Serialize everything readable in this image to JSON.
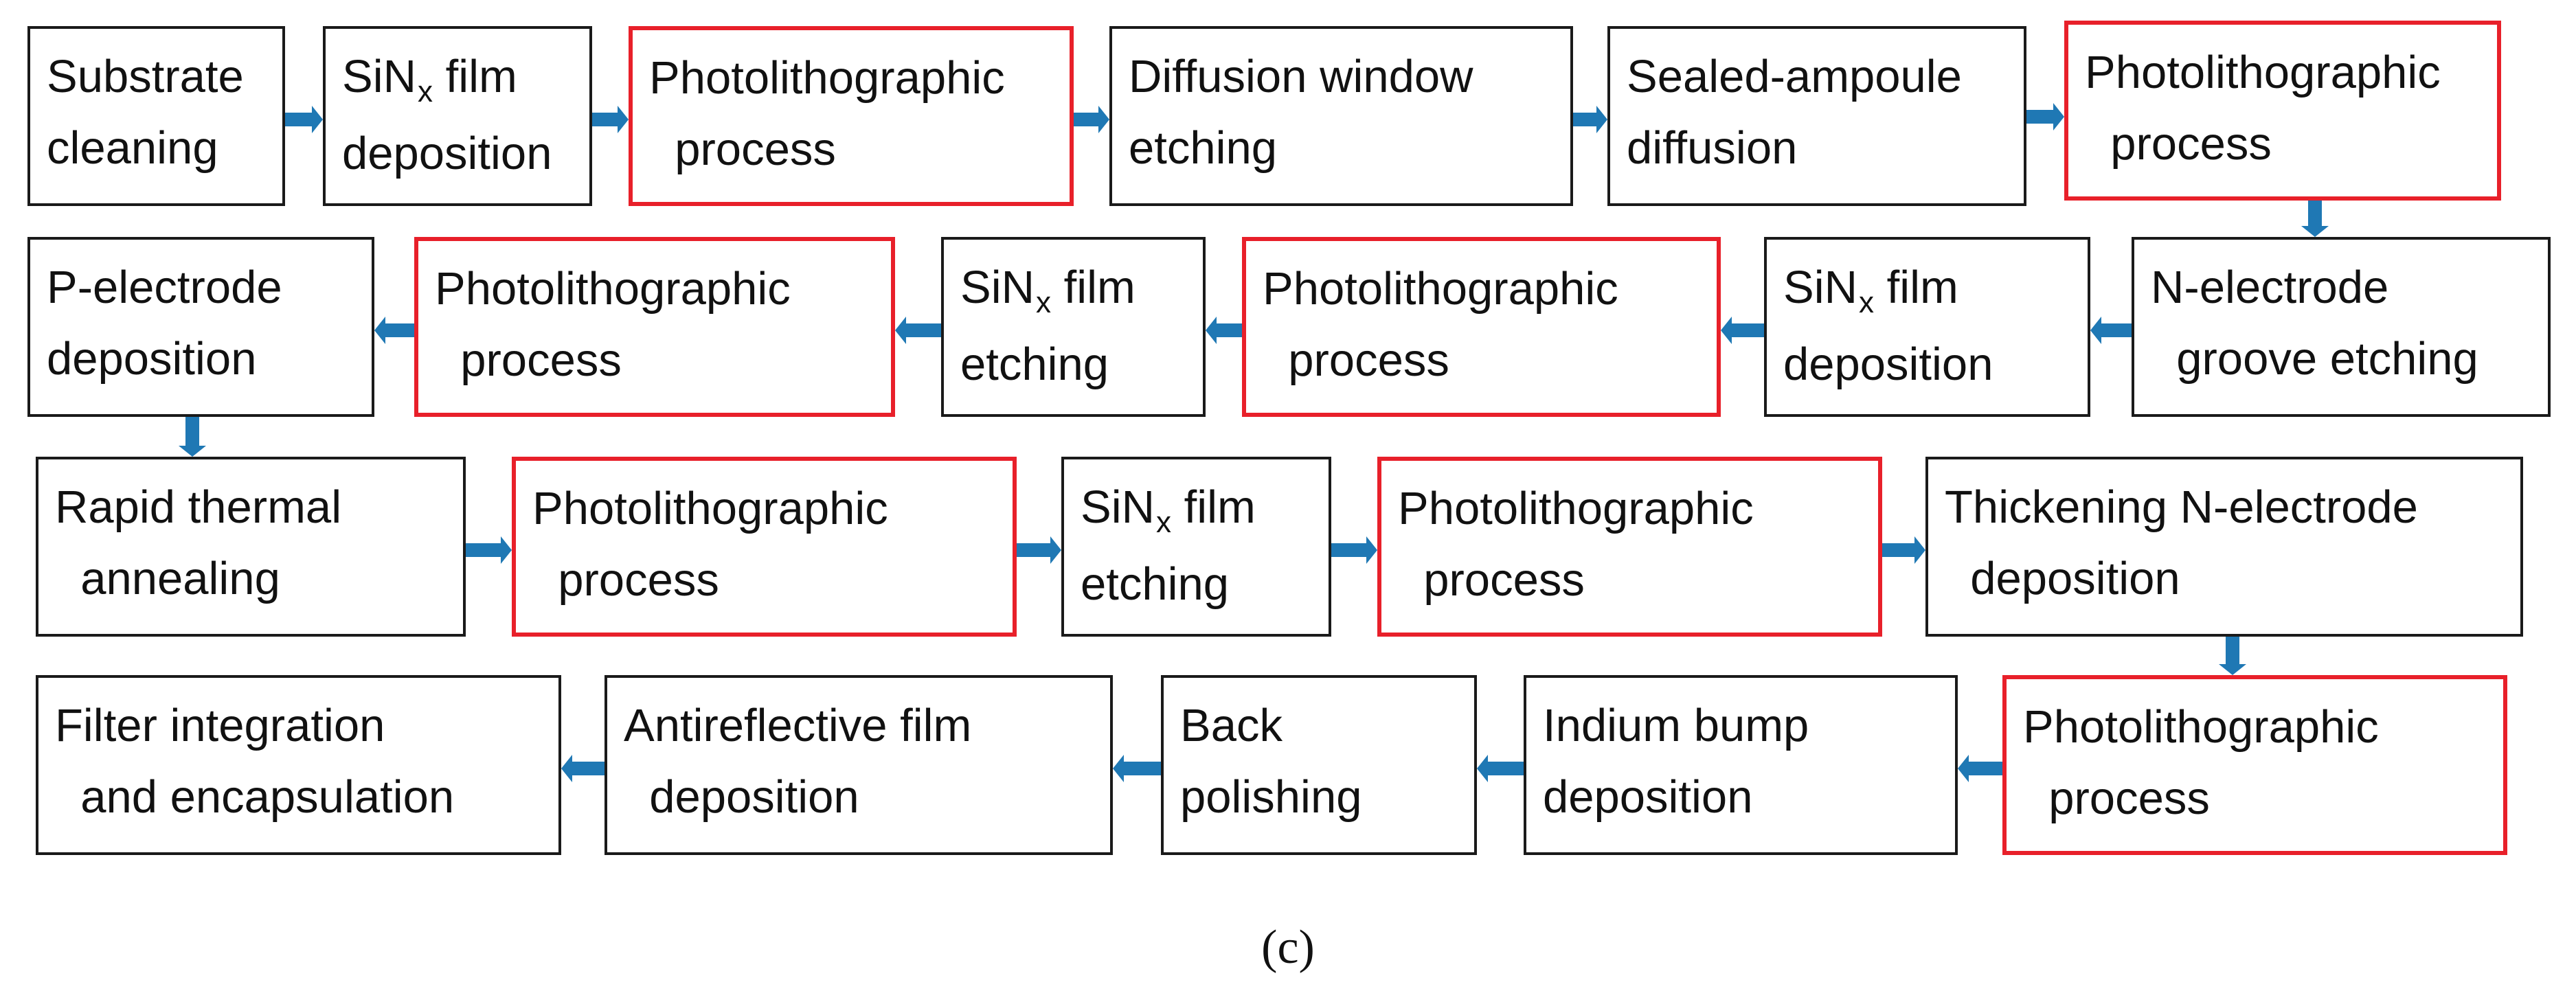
{
  "diagram": {
    "caption": "(c)",
    "colors": {
      "box_border": "#1a1a1a",
      "highlight_border": "#e8202a",
      "arrow": "#1f78b4"
    },
    "steps": [
      {
        "id": "s1",
        "lines": [
          "Substrate",
          "cleaning"
        ],
        "highlight": false
      },
      {
        "id": "s2",
        "lines": [
          "SiN|x| film",
          "deposition"
        ],
        "highlight": false
      },
      {
        "id": "s3",
        "lines": [
          "Photolithographic",
          " process"
        ],
        "highlight": true
      },
      {
        "id": "s4",
        "lines": [
          "Diffusion window",
          "etching"
        ],
        "highlight": false
      },
      {
        "id": "s5",
        "lines": [
          "Sealed-ampoule",
          "diffusion"
        ],
        "highlight": false
      },
      {
        "id": "s6",
        "lines": [
          "Photolithographic",
          " process"
        ],
        "highlight": true
      },
      {
        "id": "s7",
        "lines": [
          "N-electrode",
          " groove etching"
        ],
        "highlight": false
      },
      {
        "id": "s8",
        "lines": [
          "SiN|x| film",
          "deposition"
        ],
        "highlight": false
      },
      {
        "id": "s9",
        "lines": [
          "Photolithographic",
          " process"
        ],
        "highlight": true
      },
      {
        "id": "s10",
        "lines": [
          "SiN|x| film",
          "etching"
        ],
        "highlight": false
      },
      {
        "id": "s11",
        "lines": [
          "Photolithographic",
          " process"
        ],
        "highlight": true
      },
      {
        "id": "s12",
        "lines": [
          "P-electrode",
          "deposition"
        ],
        "highlight": false
      },
      {
        "id": "s13",
        "lines": [
          "Rapid thermal",
          " annealing"
        ],
        "highlight": false
      },
      {
        "id": "s14",
        "lines": [
          "Photolithographic",
          " process"
        ],
        "highlight": true
      },
      {
        "id": "s15",
        "lines": [
          "SiN|x| film",
          "etching"
        ],
        "highlight": false
      },
      {
        "id": "s16",
        "lines": [
          "Photolithographic",
          " process"
        ],
        "highlight": true
      },
      {
        "id": "s17",
        "lines": [
          "Thickening N-electrode",
          " deposition"
        ],
        "highlight": false
      },
      {
        "id": "s18",
        "lines": [
          "Photolithographic",
          " process"
        ],
        "highlight": true
      },
      {
        "id": "s19",
        "lines": [
          "Indium bump",
          "deposition"
        ],
        "highlight": false
      },
      {
        "id": "s20",
        "lines": [
          "Back",
          "polishing"
        ],
        "highlight": false
      },
      {
        "id": "s21",
        "lines": [
          "Antireflective film",
          " deposition"
        ],
        "highlight": false
      },
      {
        "id": "s22",
        "lines": [
          "Filter integration",
          " and encapsulation"
        ],
        "highlight": false
      }
    ],
    "connections": [
      [
        "s1",
        "s2"
      ],
      [
        "s2",
        "s3"
      ],
      [
        "s3",
        "s4"
      ],
      [
        "s4",
        "s5"
      ],
      [
        "s5",
        "s6"
      ],
      [
        "s6",
        "s7"
      ],
      [
        "s7",
        "s8"
      ],
      [
        "s8",
        "s9"
      ],
      [
        "s9",
        "s10"
      ],
      [
        "s10",
        "s11"
      ],
      [
        "s11",
        "s12"
      ],
      [
        "s12",
        "s13"
      ],
      [
        "s13",
        "s14"
      ],
      [
        "s14",
        "s15"
      ],
      [
        "s15",
        "s16"
      ],
      [
        "s16",
        "s17"
      ],
      [
        "s17",
        "s18"
      ],
      [
        "s18",
        "s19"
      ],
      [
        "s19",
        "s20"
      ],
      [
        "s20",
        "s21"
      ],
      [
        "s21",
        "s22"
      ]
    ]
  }
}
